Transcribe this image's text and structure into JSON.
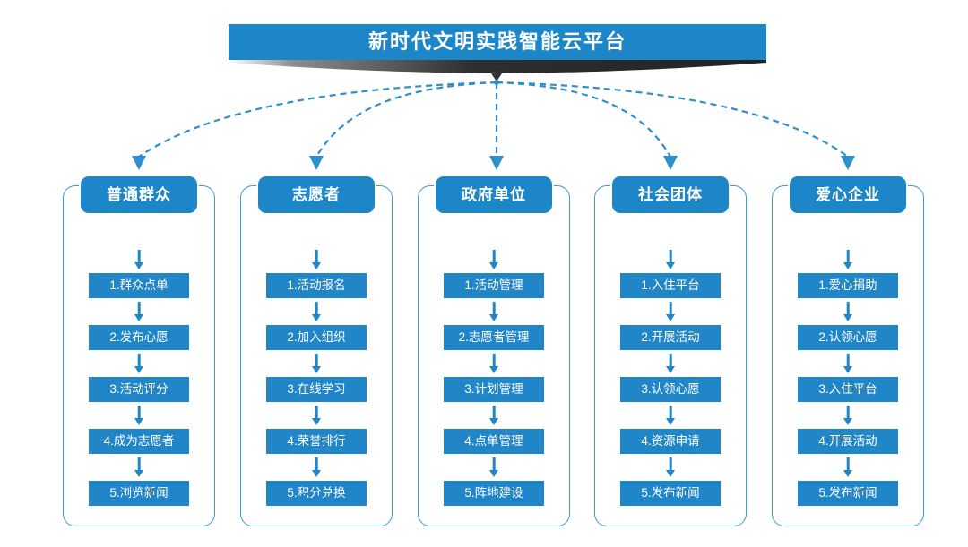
{
  "banner": {
    "title": "新时代文明实践智能云平台",
    "bg_color": "#1d86c8",
    "shadow_color": "#333333"
  },
  "theme": {
    "header_blue": "#1d86c8",
    "item_blue": "#2086c8",
    "outline_blue": "#3c9bd4",
    "connector_blue": "#2e8fcc"
  },
  "ellipsis_symbol": "...",
  "columns": [
    {
      "header": "普通群众",
      "items": [
        "1.群众点单",
        "2.发布心愿",
        "3.活动评分",
        "4.成为志愿者",
        "5.浏览新闻"
      ]
    },
    {
      "header": "志愿者",
      "items": [
        "1.活动报名",
        "2.加入组织",
        "3.在线学习",
        "4.荣誉排行",
        "5.积分兑换"
      ]
    },
    {
      "header": "政府单位",
      "items": [
        "1.活动管理",
        "2.志愿者管理",
        "3.计划管理",
        "4.点单管理",
        "5.阵地建设"
      ]
    },
    {
      "header": "社会团体",
      "items": [
        "1.入住平台",
        "2.开展活动",
        "3.认领心愿",
        "4.资源申请",
        "5.发布新闻"
      ]
    },
    {
      "header": "爱心企业",
      "items": [
        "1.爱心捐助",
        "2.认领心愿",
        "3.入住平台",
        "4.开展活动",
        "5.发布新闻"
      ]
    }
  ]
}
